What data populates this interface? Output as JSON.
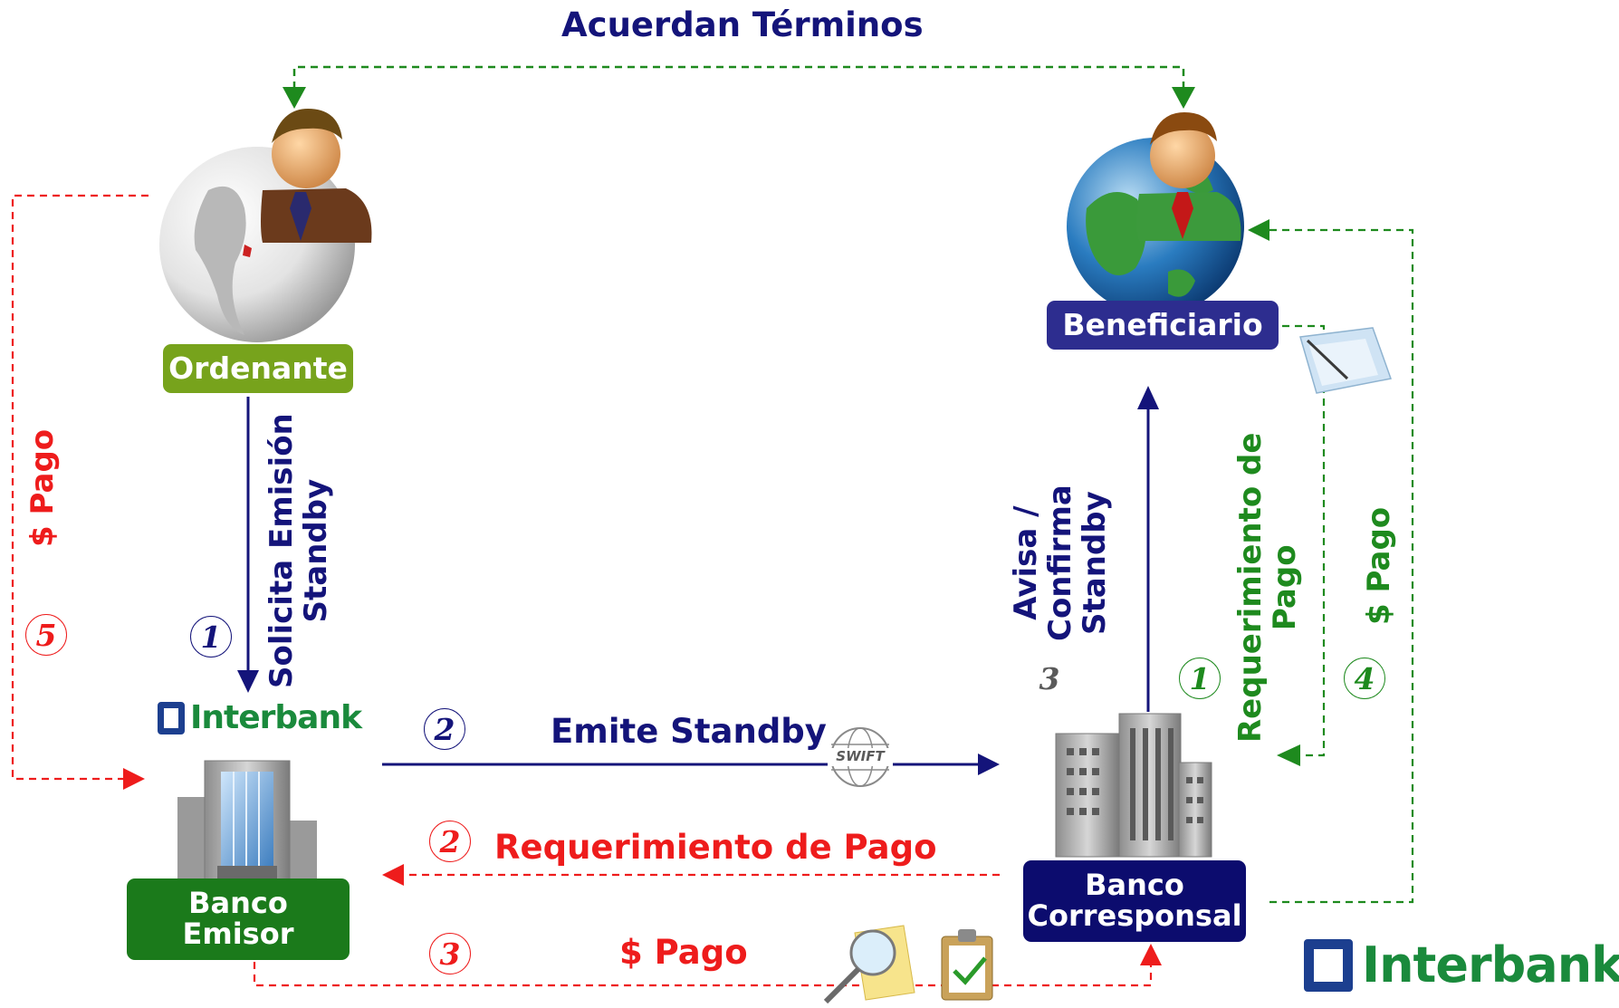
{
  "title": "Acuerdan Términos",
  "nodes": {
    "ordenante": "Ordenante",
    "beneficiario": "Beneficiario",
    "banco_emisor": [
      "Banco",
      "Emisor"
    ],
    "banco_corresponsal": [
      "Banco",
      "Corresponsal"
    ]
  },
  "arrows": {
    "solicita": [
      "Solicita Emisión",
      "Standby"
    ],
    "emite": "Emite Standby",
    "req_pago_bottom": "Requerimiento de Pago",
    "pago_bottom": "$ Pago",
    "pago_left": "$ Pago",
    "avisa": [
      "Avisa /",
      "Confirma",
      "Standby"
    ],
    "req_pago_right": [
      "Requerimiento de",
      "Pago"
    ],
    "pago_right": "$ Pago"
  },
  "steps": {
    "s1_left": "1",
    "s2_emite": "2",
    "s2_req": "2",
    "s3_pago": "3",
    "s5_left": "5",
    "s3_avisa": "3",
    "s1_right": "1",
    "s4_right": "4"
  },
  "swift": "SWIFT",
  "brand": "Interbank",
  "colors": {
    "navy": "#14147a",
    "green": "#1e8a1e",
    "red": "#ee1c1c",
    "ordenante_box": "#77a31c",
    "emisor_box": "#1b7a1b",
    "beneficiario_box": "#2d2d8f",
    "corresponsal_box": "#0c0c6e",
    "interbank_blue": "#1c3f8f",
    "interbank_green": "#1a8a3c"
  }
}
